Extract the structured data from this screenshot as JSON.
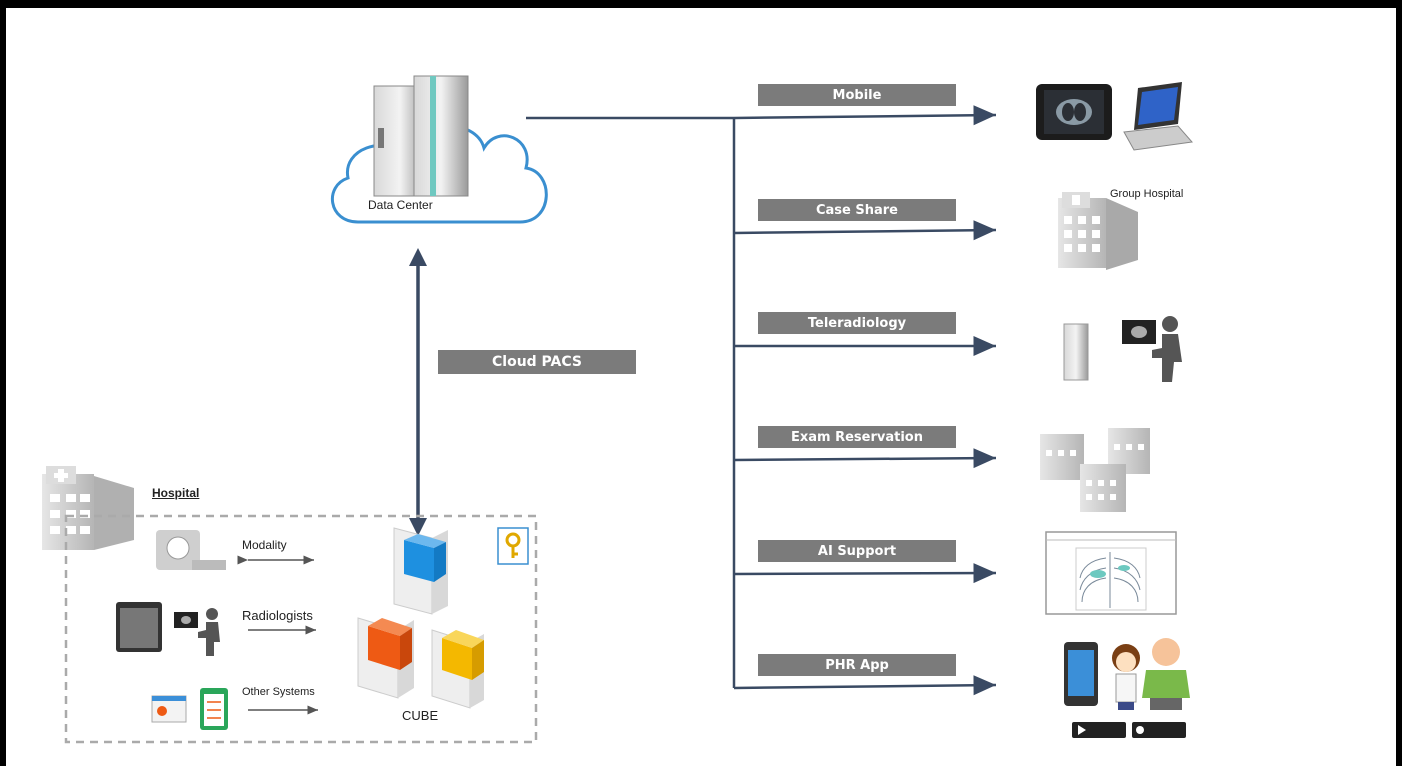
{
  "data_center": {
    "label": "Data Center"
  },
  "cloud_pacs": {
    "label": "Cloud PACS"
  },
  "services": [
    {
      "label": "Mobile"
    },
    {
      "label": "Case Share"
    },
    {
      "label": "Teleradiology"
    },
    {
      "label": "Exam Reservation"
    },
    {
      "label": "AI Support"
    },
    {
      "label": "PHR App"
    }
  ],
  "group_hospital": {
    "label": "Group Hospital"
  },
  "hospital": {
    "title": "Hospital",
    "modality": "Modality",
    "radiologists": "Radiologists",
    "other_systems": "Other Systems",
    "cube": "CUBE"
  },
  "colors": {
    "line": "#3a4a63",
    "pill": "#7b7b7b",
    "cloud_stroke": "#3a8fd0",
    "cube_blue": "#1e90e0",
    "cube_orange": "#ee5a14",
    "cube_yellow": "#f4b800"
  }
}
